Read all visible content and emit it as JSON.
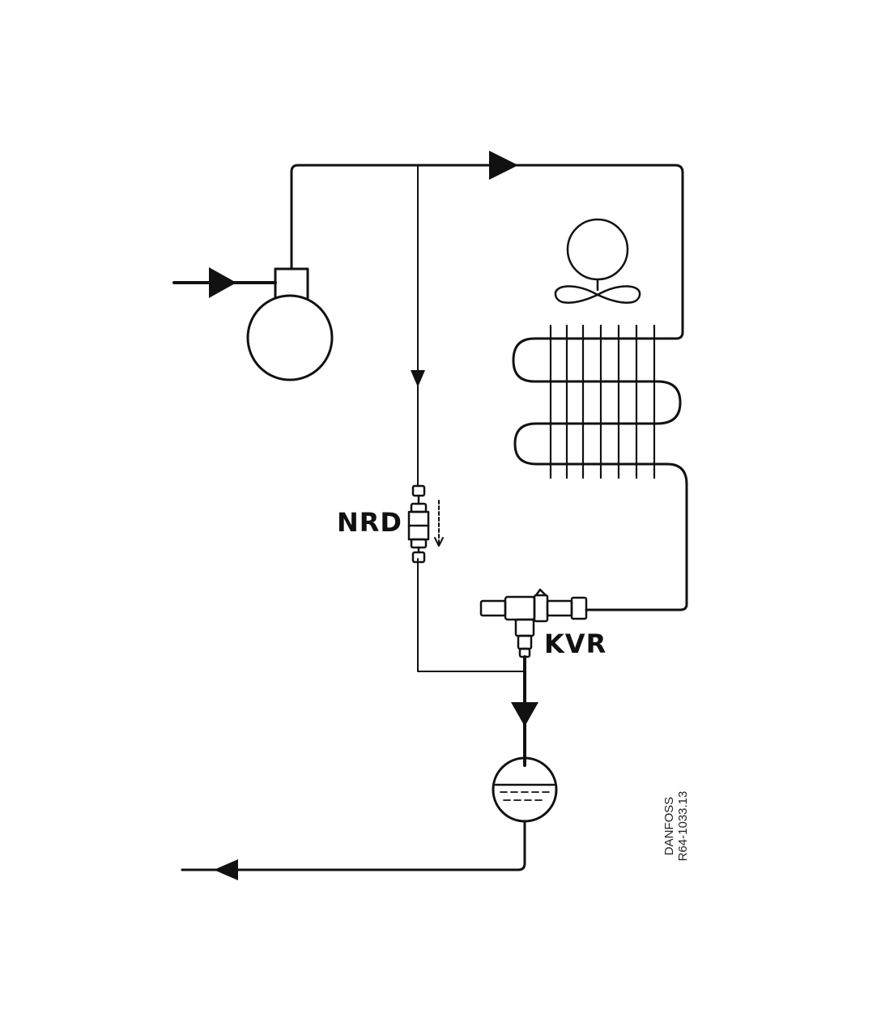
{
  "labels": {
    "nrd": "NRD",
    "kvr": "KVR"
  },
  "reference": {
    "brand": "DANFOSS",
    "code": "R64-1033.13"
  },
  "colors": {
    "line": "#111111",
    "background": "#ffffff"
  }
}
